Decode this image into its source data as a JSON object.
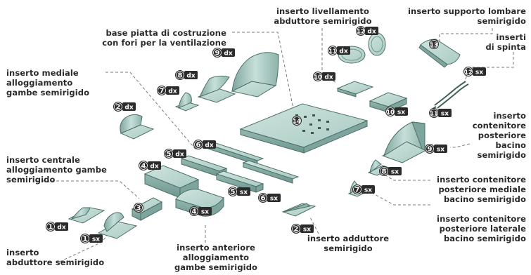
{
  "labels": {
    "base_piatta": "base piatta di costruzione\ncon fori per la ventilazione",
    "livellamento": "inserto livellamento\nabduttore semirigido",
    "lombare": "inserto supporto lombare\nsemirigido",
    "spinta": "inserti\ndi spinta",
    "mediale": "inserto mediale\nalloggiamento\ngambe semirigido",
    "centrale": "inserto centrale\nalloggiamento gambe\nsemirigido",
    "abduttore": "inserto\nabduttore semirigido",
    "anteriore": "inserto anteriore\nalloggiamento\ngambe semirigido",
    "adduttore": "inserto adduttore\nsemirigido",
    "cont_post_bacino": "inserto\ncontenitore\nposteriore\nbacino\nsemirigido",
    "cont_post_mediale": "inserto contenitore\nposteriore mediale\nbacino semirigido",
    "cont_post_laterale": "inserto contenitore\nposteriore laterale\nbacino semirigido"
  },
  "badges": [
    {
      "num": "1",
      "side": "dx"
    },
    {
      "num": "1",
      "side": "sx"
    },
    {
      "num": "2",
      "side": "dx"
    },
    {
      "num": "2",
      "side": "sx"
    },
    {
      "num": "3",
      "side": ""
    },
    {
      "num": "4",
      "side": "dx"
    },
    {
      "num": "4",
      "side": "sx"
    },
    {
      "num": "5",
      "side": "dx"
    },
    {
      "num": "5",
      "side": "sx"
    },
    {
      "num": "6",
      "side": "dx"
    },
    {
      "num": "6",
      "side": "sx"
    },
    {
      "num": "7",
      "side": "dx"
    },
    {
      "num": "7",
      "side": "sx"
    },
    {
      "num": "8",
      "side": "dx"
    },
    {
      "num": "8",
      "side": "sx"
    },
    {
      "num": "9",
      "side": "dx"
    },
    {
      "num": "9",
      "side": "sx"
    },
    {
      "num": "10",
      "side": "dx"
    },
    {
      "num": "10",
      "side": "sx"
    },
    {
      "num": "11",
      "side": "dx"
    },
    {
      "num": "11",
      "side": "sx"
    },
    {
      "num": "12",
      "side": "dx"
    },
    {
      "num": "12",
      "side": "sx"
    },
    {
      "num": "13",
      "side": ""
    },
    {
      "num": "14",
      "side": ""
    }
  ],
  "colors": {
    "part_top": "#b9d6cf",
    "part_side": "#8cb2aa",
    "part_dark": "#6e958d",
    "outline": "#4d6f68",
    "badge_bg": "#2b2b2b",
    "badge_text": "#ffffff",
    "leader": "#7a7a7a",
    "text": "#2a2a2a"
  }
}
